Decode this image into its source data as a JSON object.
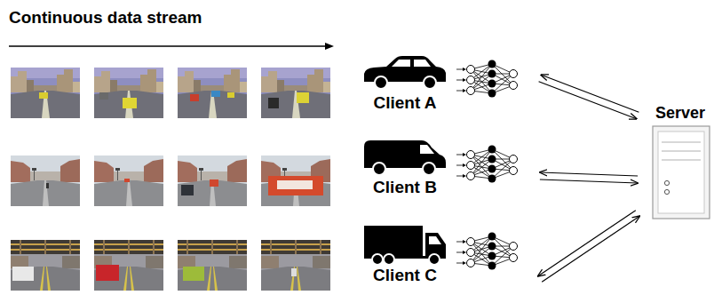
{
  "diagram": {
    "title": "Continuous data stream",
    "nodes": [
      {
        "text": [
          "Client A"
        ]
      },
      {
        "text": [
          "Client B"
        ]
      },
      {
        "text": [
          "Client C"
        ]
      },
      {
        "text": [
          "Server"
        ]
      }
    ],
    "edges": [
      {
        "from": 0,
        "to": 3,
        "arrow": "to"
      },
      {
        "from": 3,
        "to": 0,
        "arrow": "to"
      },
      {
        "from": 1,
        "to": 3,
        "arrow": "to"
      },
      {
        "from": 3,
        "to": 1,
        "arrow": "to"
      },
      {
        "from": 2,
        "to": 3,
        "arrow": "to"
      },
      {
        "from": 3,
        "to": 2,
        "arrow": "to"
      }
    ]
  }
}
